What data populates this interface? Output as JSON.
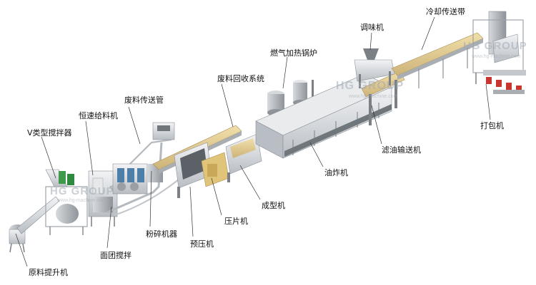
{
  "labels": {
    "raw_lift": "原料提升机",
    "v_mixer": "V类型搅拌器",
    "const_feeder": "恒速给料机",
    "waste_pipe": "废料传送管",
    "dough_mixer": "面团搅拌",
    "crusher": "粉碎机器",
    "pre_press": "预压机",
    "sheeter": "压片机",
    "former": "成型机",
    "waste_recycle": "废料回收系统",
    "gas_boiler": "燃气加热锅炉",
    "fryer": "油炸机",
    "oil_filter_conveyor": "滤油输送机",
    "seasoning": "调味机",
    "cooling_belt": "冷却传送带",
    "packing": "打包机"
  },
  "watermarks": {
    "brand": "HG GROUP",
    "site": "www.hg-machine.com"
  }
}
